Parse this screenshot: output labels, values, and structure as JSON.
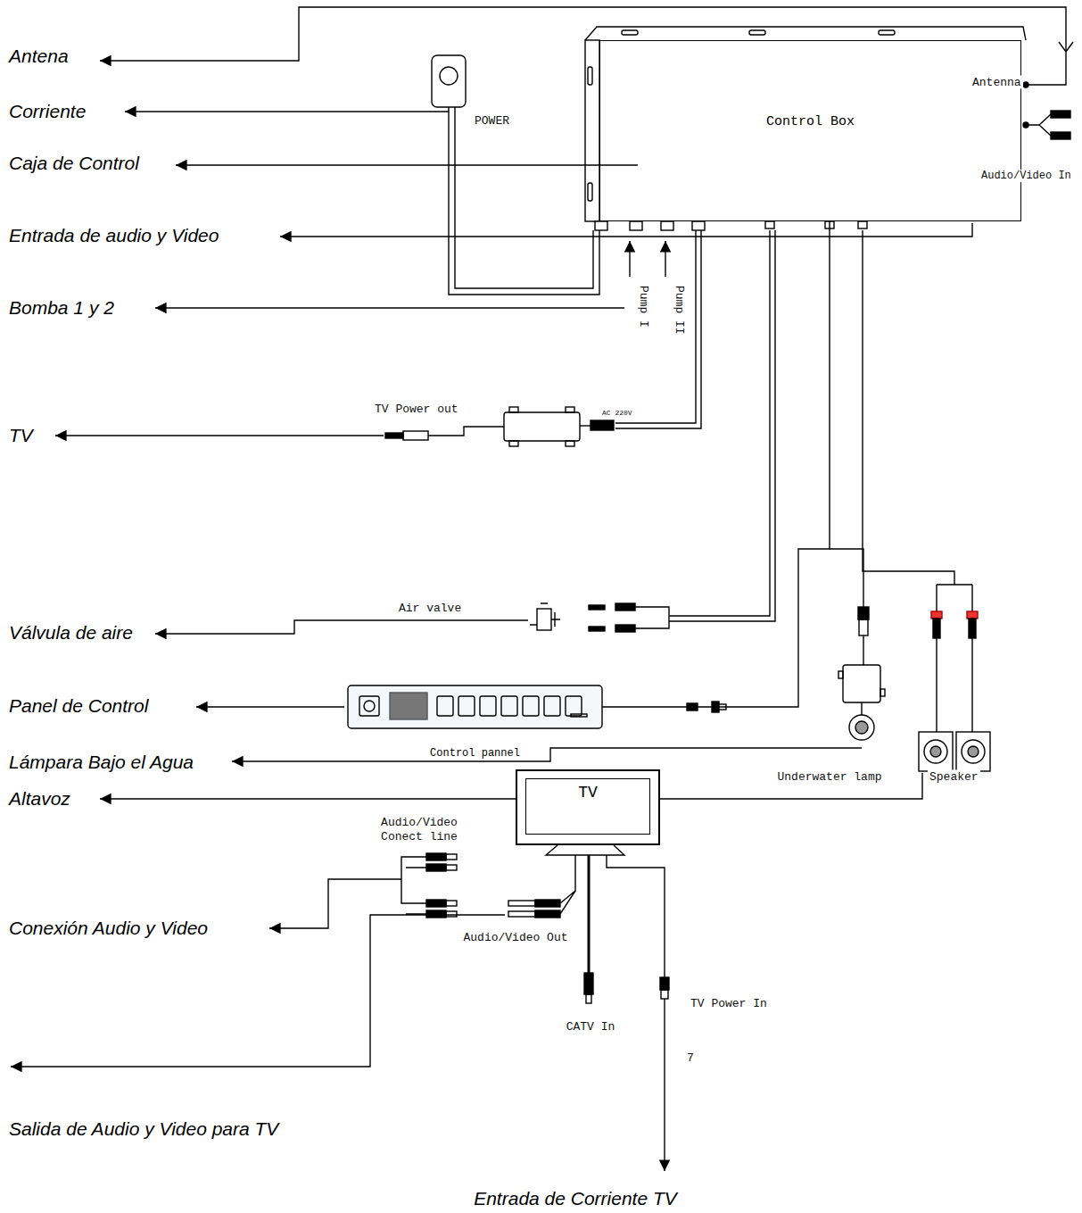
{
  "diagram": {
    "nodes": [
      {
        "text": [
          "Control Box"
        ]
      },
      {
        "text": [
          "Control pannel"
        ]
      },
      {
        "text": [
          "TV"
        ]
      }
    ],
    "edges": [
      {
        "from": 0,
        "to": 1,
        "arrow": "none"
      }
    ],
    "labels": [
      "Antena",
      "Corriente",
      "Caja de Control",
      "Entrada de audio y Video",
      "Bomba 1 y 2",
      "TV",
      "Válvula de aire",
      "Panel de Control",
      "Lámpara Bajo el Agua",
      "Altavoz",
      "Conexión Audio y Video",
      "Salida de Audio y Video para TV",
      "Entrada de Corriente TV",
      "Antenna",
      "POWER",
      "Audio/Video In",
      "Pump I",
      "Pump II",
      "TV Power out",
      "AC 220V",
      "Air valve",
      "Underwater lamp",
      "Speaker",
      "Audio/Video Conect line",
      "Audio/Video Out",
      "CATV In",
      "TV Power In",
      "7"
    ]
  }
}
